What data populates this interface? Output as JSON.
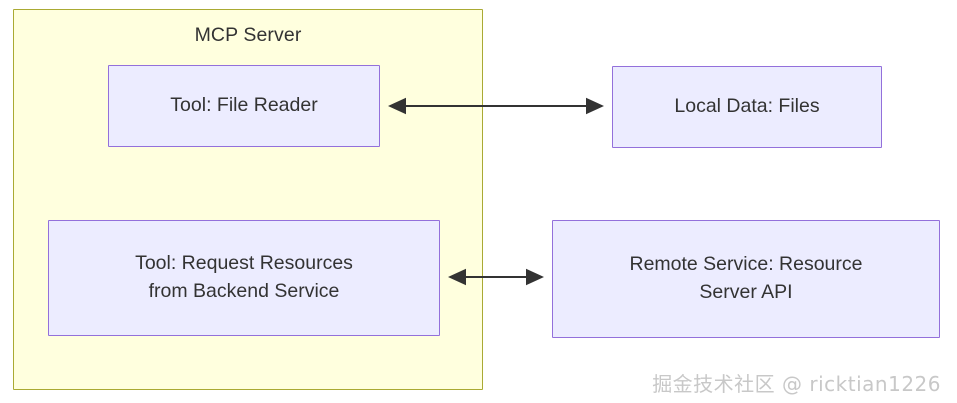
{
  "diagram": {
    "type": "flowchart",
    "direction": "left-to-right",
    "background_color": "#ffffff",
    "subgraph": {
      "id": "mcp-server",
      "title": "MCP Server",
      "fill_color": "#ffffde",
      "border_color": "#aaaa33"
    },
    "node_style": {
      "fill_color": "#ececff",
      "border_color": "#9370db",
      "text_color": "#333333"
    },
    "edge_style": {
      "color": "#333333",
      "arrowheads": "both"
    },
    "nodes": [
      {
        "id": "file-reader",
        "label": "Tool: File Reader",
        "lines": [
          "Tool: File Reader"
        ],
        "group": "mcp-server"
      },
      {
        "id": "local-data",
        "label": "Local Data: Files",
        "lines": [
          "Local Data: Files"
        ],
        "group": null
      },
      {
        "id": "request-resources",
        "label": "Tool: Request Resources from Backend Service",
        "lines": [
          "Tool: Request Resources",
          "from Backend Service"
        ],
        "group": "mcp-server"
      },
      {
        "id": "remote-service",
        "label": "Remote Service: Resource Server API",
        "lines": [
          "Remote Service: Resource",
          "Server API"
        ],
        "group": null
      }
    ],
    "edges": [
      {
        "id": "edge-file-reader-local-data",
        "from": "file-reader",
        "to": "local-data",
        "label": "",
        "bidirectional": true
      },
      {
        "id": "edge-request-resources-remote-service",
        "from": "request-resources",
        "to": "remote-service",
        "label": "",
        "bidirectional": true
      }
    ]
  },
  "watermark": {
    "text": "掘金技术社区 @ ricktian1226",
    "color": "#c8c8c8"
  }
}
